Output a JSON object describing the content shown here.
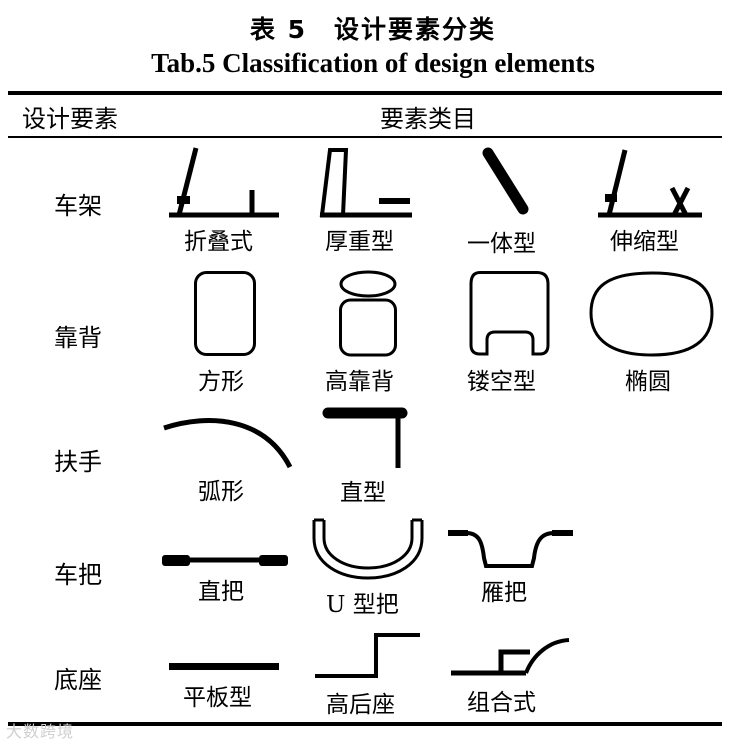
{
  "title": {
    "cn": "表 5　设计要素分类",
    "en": "Tab.5 Classification of design elements"
  },
  "table": {
    "headers": [
      "设计要素",
      "要素类目"
    ],
    "rows": [
      {
        "element": "车架",
        "items": [
          "折叠式",
          "厚重型",
          "一体型",
          "伸缩型"
        ]
      },
      {
        "element": "靠背",
        "items": [
          "方形",
          "高靠背",
          "镂空型",
          "椭圆"
        ]
      },
      {
        "element": "扶手",
        "items": [
          "弧形",
          "直型"
        ]
      },
      {
        "element": "车把",
        "items": [
          "直把",
          "U 型把",
          "雁把"
        ]
      },
      {
        "element": "底座",
        "items": [
          "平板型",
          "高后座",
          "组合式"
        ]
      }
    ]
  },
  "icons": {
    "frame": [
      "folding-frame-icon",
      "heavy-frame-icon",
      "one-piece-frame-icon",
      "telescopic-frame-icon"
    ],
    "backrest": [
      "square-backrest-icon",
      "high-backrest-icon",
      "hollow-backrest-icon",
      "oval-backrest-icon"
    ],
    "armrest": [
      "arc-armrest-icon",
      "straight-armrest-icon"
    ],
    "handlebar": [
      "straight-handlebar-icon",
      "u-handlebar-icon",
      "swallow-handlebar-icon"
    ],
    "base": [
      "flat-base-icon",
      "raised-rear-base-icon",
      "combined-base-icon"
    ]
  },
  "watermark": "大数跨境"
}
